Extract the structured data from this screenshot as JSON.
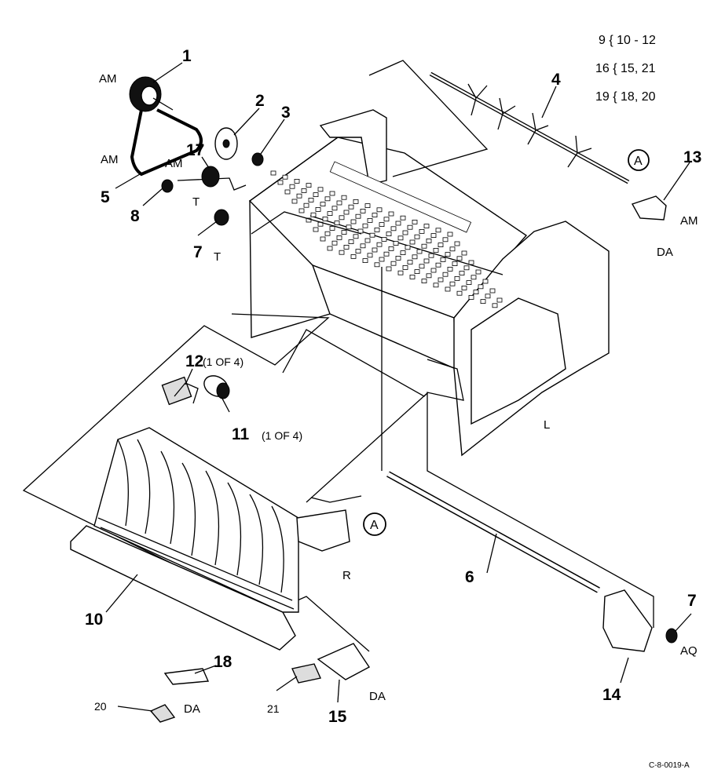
{
  "legend": [
    "9 { 10 - 12",
    "16 { 15, 21",
    "19 { 18, 20"
  ],
  "callouts": [
    {
      "id": "c1",
      "text": "1"
    },
    {
      "id": "c2",
      "text": "2"
    },
    {
      "id": "c3",
      "text": "3"
    },
    {
      "id": "c4",
      "text": "4"
    },
    {
      "id": "c5",
      "text": "5"
    },
    {
      "id": "c6",
      "text": "6"
    },
    {
      "id": "c7a",
      "text": "7"
    },
    {
      "id": "c7b",
      "text": "7"
    },
    {
      "id": "c8",
      "text": "8"
    },
    {
      "id": "c10",
      "text": "10"
    },
    {
      "id": "c11",
      "text": "11"
    },
    {
      "id": "c12",
      "text": "12"
    },
    {
      "id": "c13",
      "text": "13"
    },
    {
      "id": "c14",
      "text": "14"
    },
    {
      "id": "c15",
      "text": "15"
    },
    {
      "id": "c17",
      "text": "17"
    },
    {
      "id": "c18",
      "text": "18"
    },
    {
      "id": "c20",
      "text": "20"
    },
    {
      "id": "c21",
      "text": "21"
    }
  ],
  "qty_notes": {
    "c11": "(1 OF 4)",
    "c12": "(1 OF 4)"
  },
  "labels": {
    "am1": "AM",
    "am2": "AM",
    "am3": "AM",
    "am4": "AM",
    "t1": "T",
    "t2": "T",
    "da1": "DA",
    "da2": "DA",
    "da3": "DA",
    "aq": "AQ",
    "l": "L",
    "r": "R"
  },
  "ref_circles": [
    "A",
    "A"
  ],
  "figure_code": "C-8-0019-A"
}
